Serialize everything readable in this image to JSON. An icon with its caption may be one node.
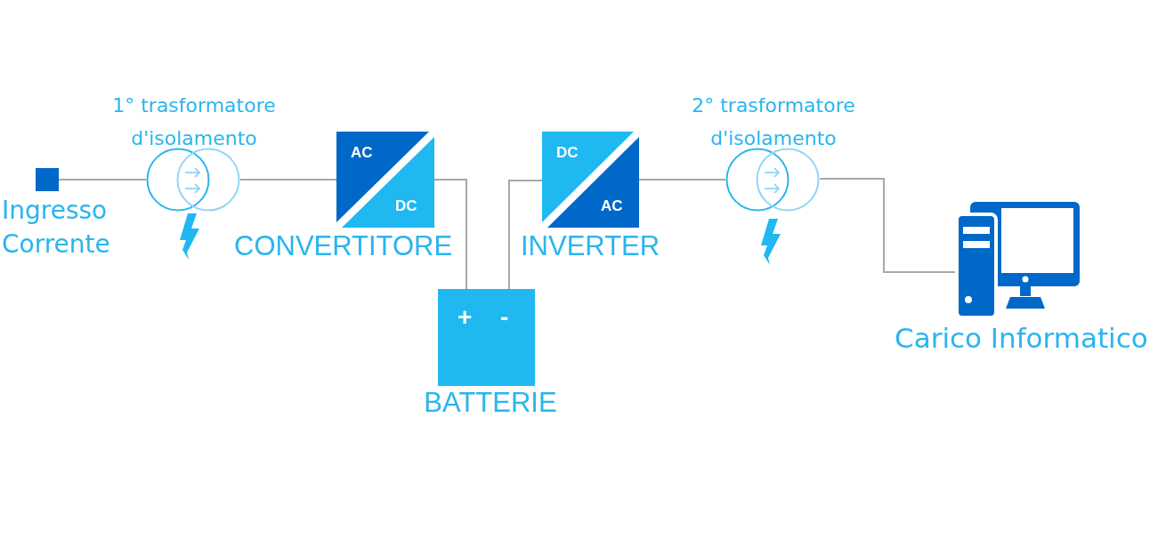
{
  "diagram": {
    "nodes": [
      {
        "text": [
          "Ingresso Corrente"
        ]
      },
      {
        "text": [
          "1° trasformatore d'isolamento"
        ]
      },
      {
        "text": [
          "AC",
          "DC",
          "CONVERTITORE"
        ]
      },
      {
        "text": [
          "+",
          "-",
          "BATTERIE"
        ]
      },
      {
        "text": [
          "DC",
          "AC",
          "INVERTER"
        ]
      },
      {
        "text": [
          "2° trasformatore d'isolamento"
        ]
      },
      {
        "text": [
          "Carico Informatico"
        ]
      }
    ],
    "edges": [
      {
        "from": 0,
        "to": 1,
        "arrow": "none"
      },
      {
        "from": 1,
        "to": 2,
        "arrow": "none"
      },
      {
        "from": 2,
        "to": 3,
        "arrow": "none"
      },
      {
        "from": 3,
        "to": 4,
        "arrow": "none"
      },
      {
        "from": 4,
        "to": 5,
        "arrow": "none"
      },
      {
        "from": 5,
        "to": 6,
        "arrow": "none"
      }
    ]
  }
}
